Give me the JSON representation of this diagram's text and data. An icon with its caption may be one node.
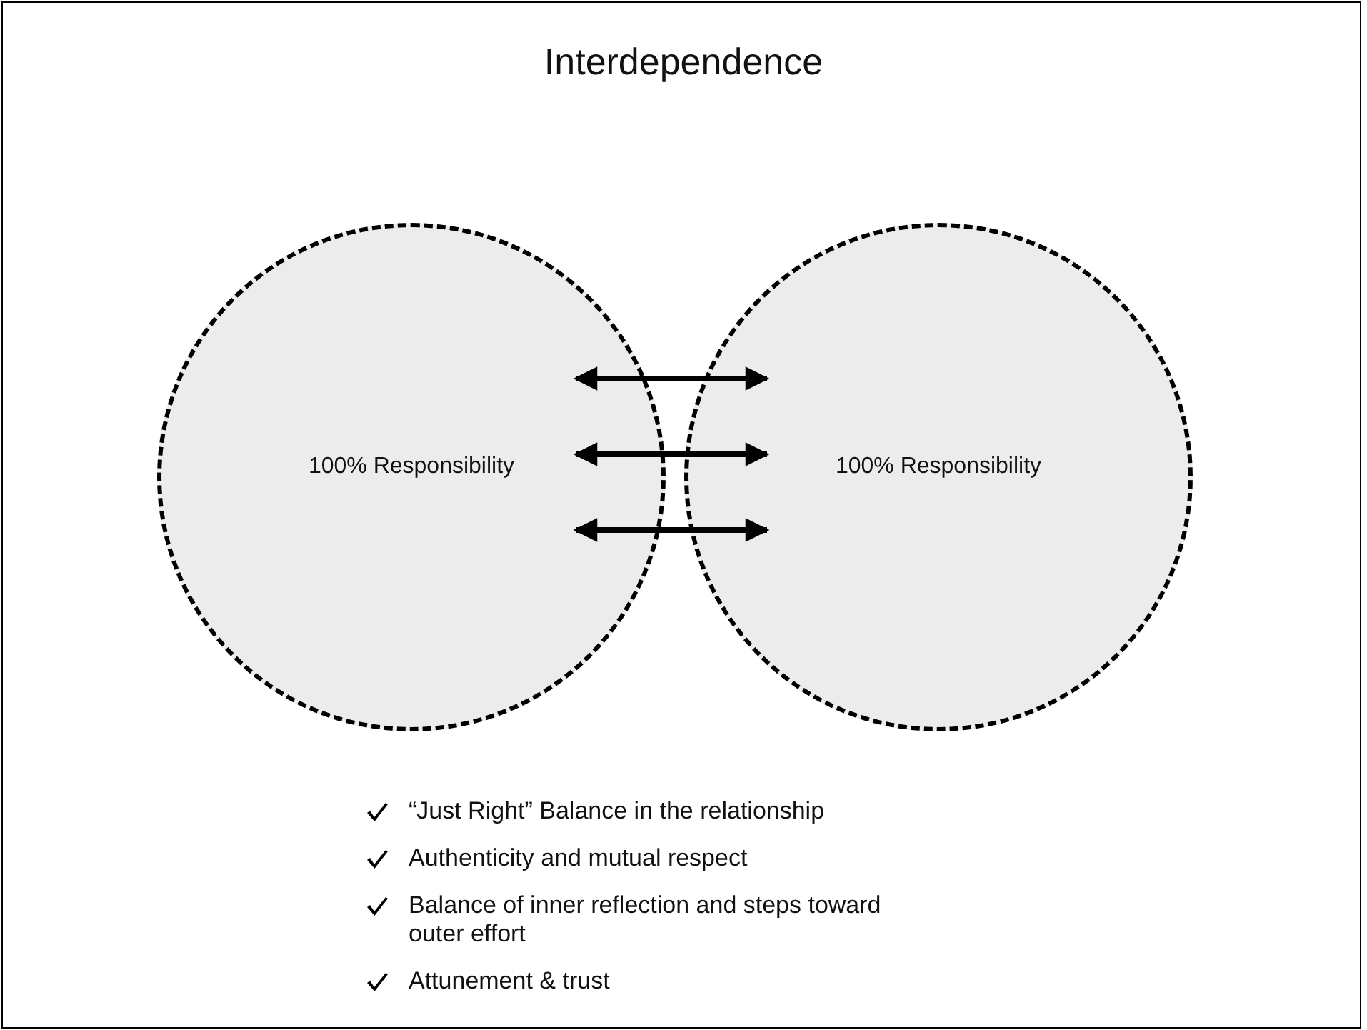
{
  "diagram": {
    "title": "Interdependence",
    "nodes": [
      {
        "text": [
          "100% Responsibility"
        ]
      },
      {
        "text": [
          "100% Responsibility"
        ]
      }
    ],
    "edges": [
      {
        "from": 0,
        "to": 1,
        "arrow": "both"
      },
      {
        "from": 0,
        "to": 1,
        "arrow": "both"
      },
      {
        "from": 0,
        "to": 1,
        "arrow": "both"
      }
    ],
    "labels": [
      "“Just Right” Balance in the relationship",
      "Authenticity and mutual respect",
      "Balance of inner reflection and steps toward outer effort",
      "Attunement & trust"
    ]
  }
}
